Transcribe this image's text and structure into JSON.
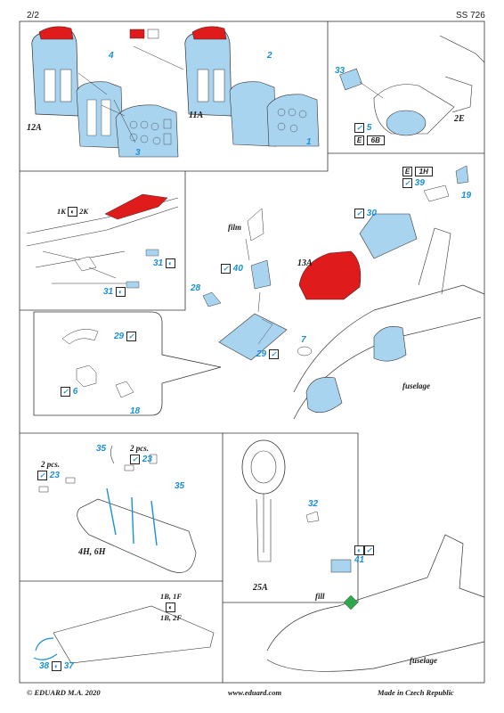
{
  "header": {
    "page": "2/2",
    "code": "SS 726"
  },
  "steps": {
    "s12a": "12A",
    "s11a": "11A",
    "s2e": "2E",
    "s13a": "13A",
    "s4h6h": "4H, 6H",
    "s25a": "25A",
    "s1k": "1K",
    "s2k": "2K",
    "s1b1f": "1B, 1F",
    "s1b2f": "1B, 2F"
  },
  "parts": {
    "p4": "4",
    "p2": "2",
    "p3": "3",
    "p1": "1",
    "p33": "33",
    "p5": "5",
    "p6b": "6B",
    "p1h": "1H",
    "p39": "39",
    "p19": "19",
    "p30": "30",
    "p40": "40",
    "p28": "28",
    "p7": "7",
    "p29a": "29",
    "p29b": "29",
    "p31a": "31",
    "p31b": "31",
    "p6": "6",
    "p18": "18",
    "p35a": "35",
    "p35b": "35",
    "p23a": "23",
    "p23b": "23",
    "p32": "32",
    "p41": "41",
    "p38": "38",
    "p37": "37"
  },
  "labels": {
    "film": "film",
    "fuselage1": "fuselage",
    "fuselage2": "fuselage",
    "pcs1": "2 pcs.",
    "pcs2": "2 pcs.",
    "fill": "fill"
  },
  "footer": {
    "copyright": "© EDUARD  M.A. 2020",
    "url": "www.eduard.com",
    "made": "Made in Czech Republic"
  },
  "colors": {
    "blue": "#a9d4f0",
    "red": "#e01b1b",
    "partnum": "#1a8fd6"
  }
}
